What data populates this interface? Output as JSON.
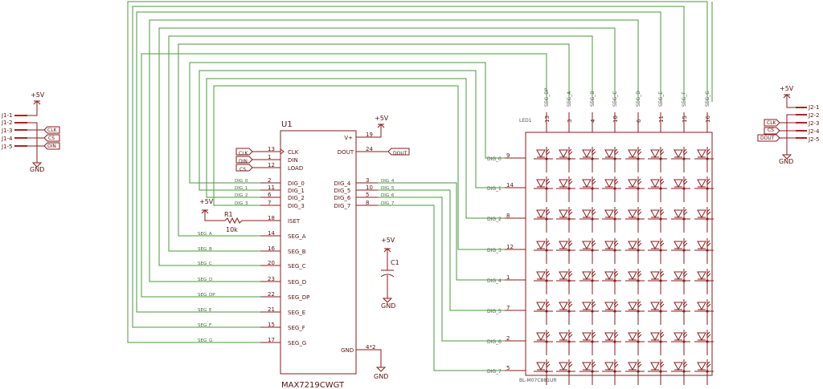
{
  "power_label": "+5V",
  "gnd_label": "GND",
  "j1": {
    "pins": [
      "J1-1",
      "J1-2",
      "J1-3",
      "J1-4",
      "J1-5"
    ],
    "tags": [
      "CLK",
      "CS",
      "DIN"
    ]
  },
  "j2": {
    "pins": [
      "J2-1",
      "J2-2",
      "J2-3",
      "J2-4",
      "J2-5"
    ],
    "tags": [
      "CLK",
      "CS",
      "DOUT"
    ]
  },
  "u1": {
    "ref": "U1",
    "part": "MAX7219CWGT",
    "left_pins": [
      {
        "num": "13",
        "name": "CLK",
        "net": "CLK"
      },
      {
        "num": "1",
        "name": "DIN",
        "net": "DIN"
      },
      {
        "num": "12",
        "name": "LOAD",
        "net": "CS"
      },
      {
        "num": "2",
        "name": "DIG_0",
        "net": "DIG_0"
      },
      {
        "num": "11",
        "name": "DIG_1",
        "net": "DIG_1"
      },
      {
        "num": "6",
        "name": "DIG_2",
        "net": "DIG_2"
      },
      {
        "num": "7",
        "name": "DIG_3",
        "net": "DIG_3"
      },
      {
        "num": "18",
        "name": "ISET",
        "net": ""
      },
      {
        "num": "14",
        "name": "SEG_A",
        "net": "SEG_A"
      },
      {
        "num": "16",
        "name": "SEG_B",
        "net": "SEG_B"
      },
      {
        "num": "20",
        "name": "SEG_C",
        "net": "SEG_C"
      },
      {
        "num": "23",
        "name": "SEG_D",
        "net": "SEG_D"
      },
      {
        "num": "22",
        "name": "SEG_DP",
        "net": "SEG_DP"
      },
      {
        "num": "21",
        "name": "SEG_E",
        "net": "SEG_E"
      },
      {
        "num": "15",
        "name": "SEG_F",
        "net": "SEG_F"
      },
      {
        "num": "17",
        "name": "SEG_G",
        "net": "SEG_G"
      }
    ],
    "right_pins": [
      {
        "num": "19",
        "name": "V+",
        "net": ""
      },
      {
        "num": "24",
        "name": "DOUT",
        "net": "DOUT"
      },
      {
        "num": "3",
        "name": "DIG_4",
        "net": "DIG_4"
      },
      {
        "num": "10",
        "name": "DIG_5",
        "net": "DIG_5"
      },
      {
        "num": "5",
        "name": "DIG_6",
        "net": "DIG_6"
      },
      {
        "num": "8",
        "name": "DIG_7",
        "net": "DIG_7"
      },
      {
        "num": "4*2",
        "name": "GND",
        "net": ""
      }
    ]
  },
  "r1": {
    "ref": "R1",
    "value": "10k"
  },
  "c1": {
    "ref": "C1"
  },
  "led": {
    "ref": "LED1",
    "part": "BL-M07C881UR",
    "top_pins": [
      {
        "net": "SEG_DP",
        "num": "13"
      },
      {
        "net": "SEG_A",
        "num": "3"
      },
      {
        "net": "SEG_B",
        "num": "4"
      },
      {
        "net": "SEG_C",
        "num": "10"
      },
      {
        "net": "SEG_D",
        "num": "6"
      },
      {
        "net": "SEG_E",
        "num": "11"
      },
      {
        "net": "SEG_F",
        "num": "15"
      },
      {
        "net": "SEG_G",
        "num": "16"
      }
    ],
    "left_pins": [
      {
        "net": "DIG_0",
        "num": "9"
      },
      {
        "net": "DIG_1",
        "num": "14"
      },
      {
        "net": "DIG_2",
        "num": "8"
      },
      {
        "net": "DIG_3",
        "num": "12"
      },
      {
        "net": "DIG_4",
        "num": "1"
      },
      {
        "net": "DIG_5",
        "num": "7"
      },
      {
        "net": "DIG_6",
        "num": "2"
      },
      {
        "net": "DIG_7",
        "num": "5"
      }
    ]
  }
}
